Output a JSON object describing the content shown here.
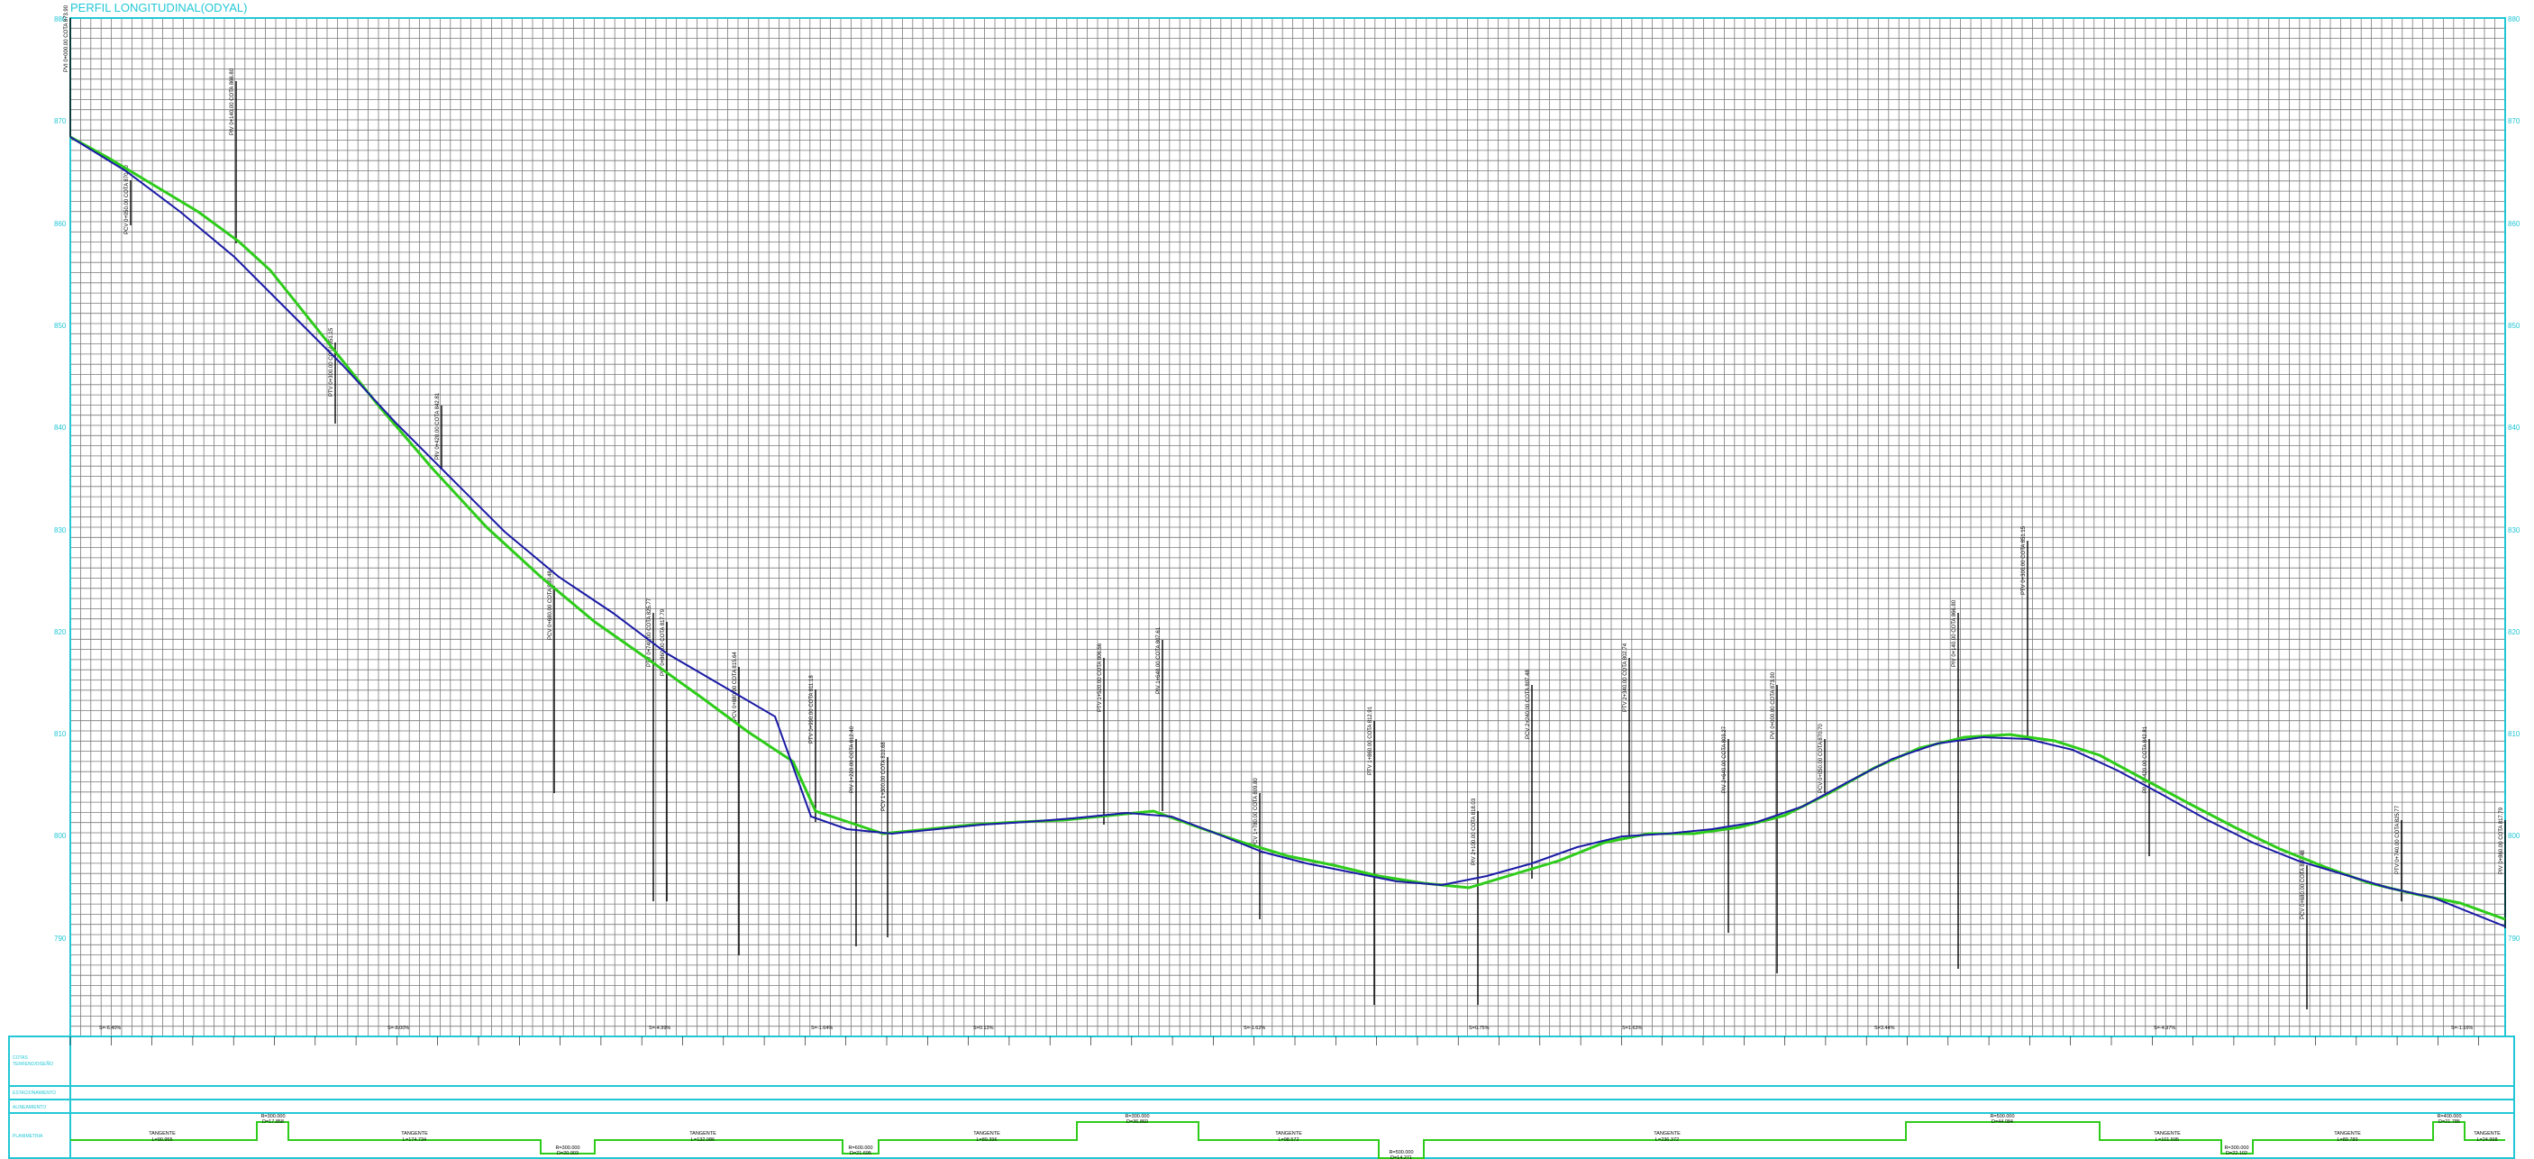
{
  "title": "PERFIL LONGITUDINAL(ODYAL)",
  "elevations": [
    "880",
    "870",
    "860",
    "850",
    "840",
    "830",
    "820",
    "810",
    "800",
    "790"
  ],
  "rows": {
    "cotas": "COTAS\nTERRENO/DISEÑO",
    "estacionamiento": "ESTACIONAMIENTO",
    "alineamiento": "ALINEAMIENTO",
    "planimetria": "PLANIMETRIA"
  },
  "tangents": [
    {
      "text": "TANGENTE",
      "sub": "L=90.955"
    },
    {
      "text": "TANGENTE",
      "sub": "L=174.734"
    },
    {
      "text": "TANGENTE",
      "sub": "L=132.086"
    },
    {
      "text": "TANGENTE",
      "sub": "L=89.396"
    },
    {
      "text": "TANGENTE",
      "sub": "L=98.572"
    },
    {
      "text": "TANGENTE",
      "sub": "L=236.372"
    },
    {
      "text": "TANGENTE",
      "sub": "L=101.595"
    },
    {
      "text": "TANGENTE",
      "sub": "L=89.789"
    },
    {
      "text": "TANGENTE",
      "sub": "L=24.998"
    }
  ],
  "curves": [
    {
      "text": "R=300.000",
      "sub": "D=17.858"
    },
    {
      "text": "R=300.000",
      "sub": "D=20.903"
    },
    {
      "text": "R=600.000",
      "sub": "D=21.695"
    },
    {
      "text": "R=300.000",
      "sub": "D=36.860"
    },
    {
      "text": "R=500.000",
      "sub": "D=14.271"
    },
    {
      "text": "R=500.000",
      "sub": "D=44.084"
    },
    {
      "text": "R=300.000",
      "sub": "D=22.102"
    },
    {
      "text": "R=400.000",
      "sub": "D=21.785"
    }
  ],
  "grades": [
    "S=-6.40%",
    "S=-8.00%",
    "S=-4.99%",
    "S=-1.64%",
    "S=0.13%",
    "S=-1.62%",
    "S=0.75%",
    "S=1.63%",
    "S=3.44%",
    "S=-4.97%",
    "S=-1.16%"
  ],
  "pvi_labels": [
    "PVI 0+000.00 COTA 873.90",
    "PCV 0+050.00 COTA 870.70",
    "PIV 0+140.00 COTA 866.80",
    "PTV 0+300.00 COTA 851.15",
    "PIV 0+420.00 COTA 842.81",
    "PCV 0+680.00 COTA 830.48",
    "PTV 0+740.00 COTA 825.77",
    "PIV 0+860.00 COTA 817.79",
    "PCV 0+880.00 COTA 815.64",
    "PTV 0+990.00 COTA 811.18",
    "PIV 1+220.00 COTA 812.40",
    "PCV 1+300.00 COTA 810.68",
    "PTV 1+520.00 COTA 806.56",
    "PIV 1+640.00 COTA 807.61",
    "PCV 1+780.00 COTA 809.80",
    "PTV 1+860.00 COTA 812.91",
    "PIV 2+100.00 COTA 818.03",
    "PCV 2+240.00 COTA 807.48",
    "PTV 2+340.00 COTA 802.74",
    "PIV 2+640.00 COTA 803.27"
  ],
  "colors": {
    "frame": "#22c7d6",
    "grid": "#7a7a7a",
    "terrain": "#2ecc1a",
    "design": "#1a1aa6",
    "planimetry": "#2ecc1a"
  }
}
